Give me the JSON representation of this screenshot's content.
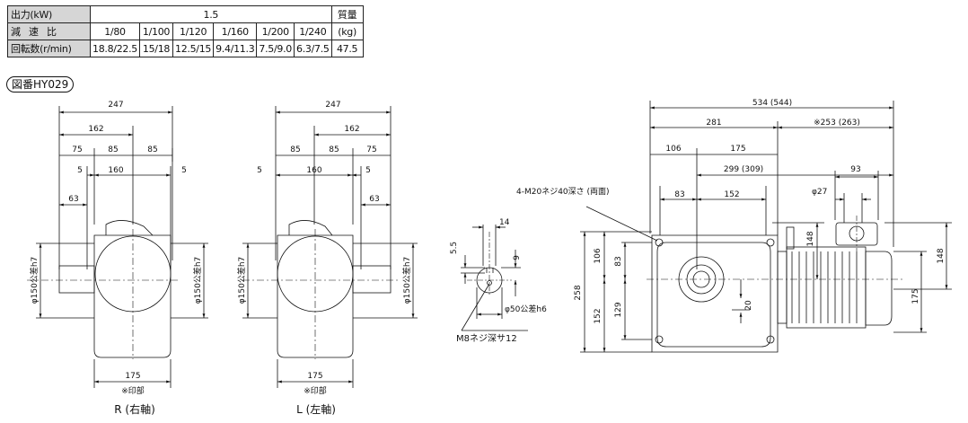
{
  "table": {
    "row_output_label": "出力(kW)",
    "output_value": "1.5",
    "weight_header": "質量",
    "row_ratio_label": "減速比",
    "ratios": [
      "1/80",
      "1/100",
      "1/120",
      "1/160",
      "1/200",
      "1/240"
    ],
    "weight_unit": "(kg)",
    "row_speed_label": "回転数(r/min)",
    "speeds": [
      "18.8/22.5",
      "15/18",
      "12.5/15",
      "9.4/11.3",
      "7.5/9.0",
      "6.3/7.5"
    ],
    "weight_value": "47.5"
  },
  "figure_label": "図番HY029",
  "view_r": {
    "caption": "R (右軸)",
    "dims": {
      "d247": "247",
      "d162": "162",
      "d75": "75",
      "d85a": "85",
      "d85b": "85",
      "d5a": "5",
      "d160": "160",
      "d5b": "5",
      "d63": "63",
      "dia_left": "φ150公差h7",
      "dia_right": "φ150公差h7",
      "d175": "175",
      "mark": "※印部"
    }
  },
  "view_l": {
    "caption": "L (左軸)",
    "dims": {
      "d247": "247",
      "d162": "162",
      "d85a": "85",
      "d85b": "85",
      "d75": "75",
      "d5a": "5",
      "d160": "160",
      "d5b": "5",
      "d63": "63",
      "dia_left": "φ150公差h7",
      "dia_right": "φ150公差h7",
      "d175": "175",
      "mark": "※印部"
    }
  },
  "shaft_detail": {
    "d14": "14",
    "d55": "5.5",
    "d9": "9",
    "dia50": "φ50公差h6",
    "tap": "M8ネジ深サ12"
  },
  "side_view": {
    "d534": "534 (544)",
    "d281": "281",
    "d253": "※253 (263)",
    "d106": "106",
    "d175": "175",
    "d299": "299 (309)",
    "d93": "93",
    "holes": "4-M20ネジ40深さ (両面)",
    "d83": "83",
    "d152": "152",
    "dia27": "φ27",
    "v258": "258",
    "v106": "106",
    "v83": "83",
    "v152": "152",
    "v129": "129",
    "v20": "20",
    "v148a": "148",
    "v148b": "148",
    "v175": "175"
  }
}
